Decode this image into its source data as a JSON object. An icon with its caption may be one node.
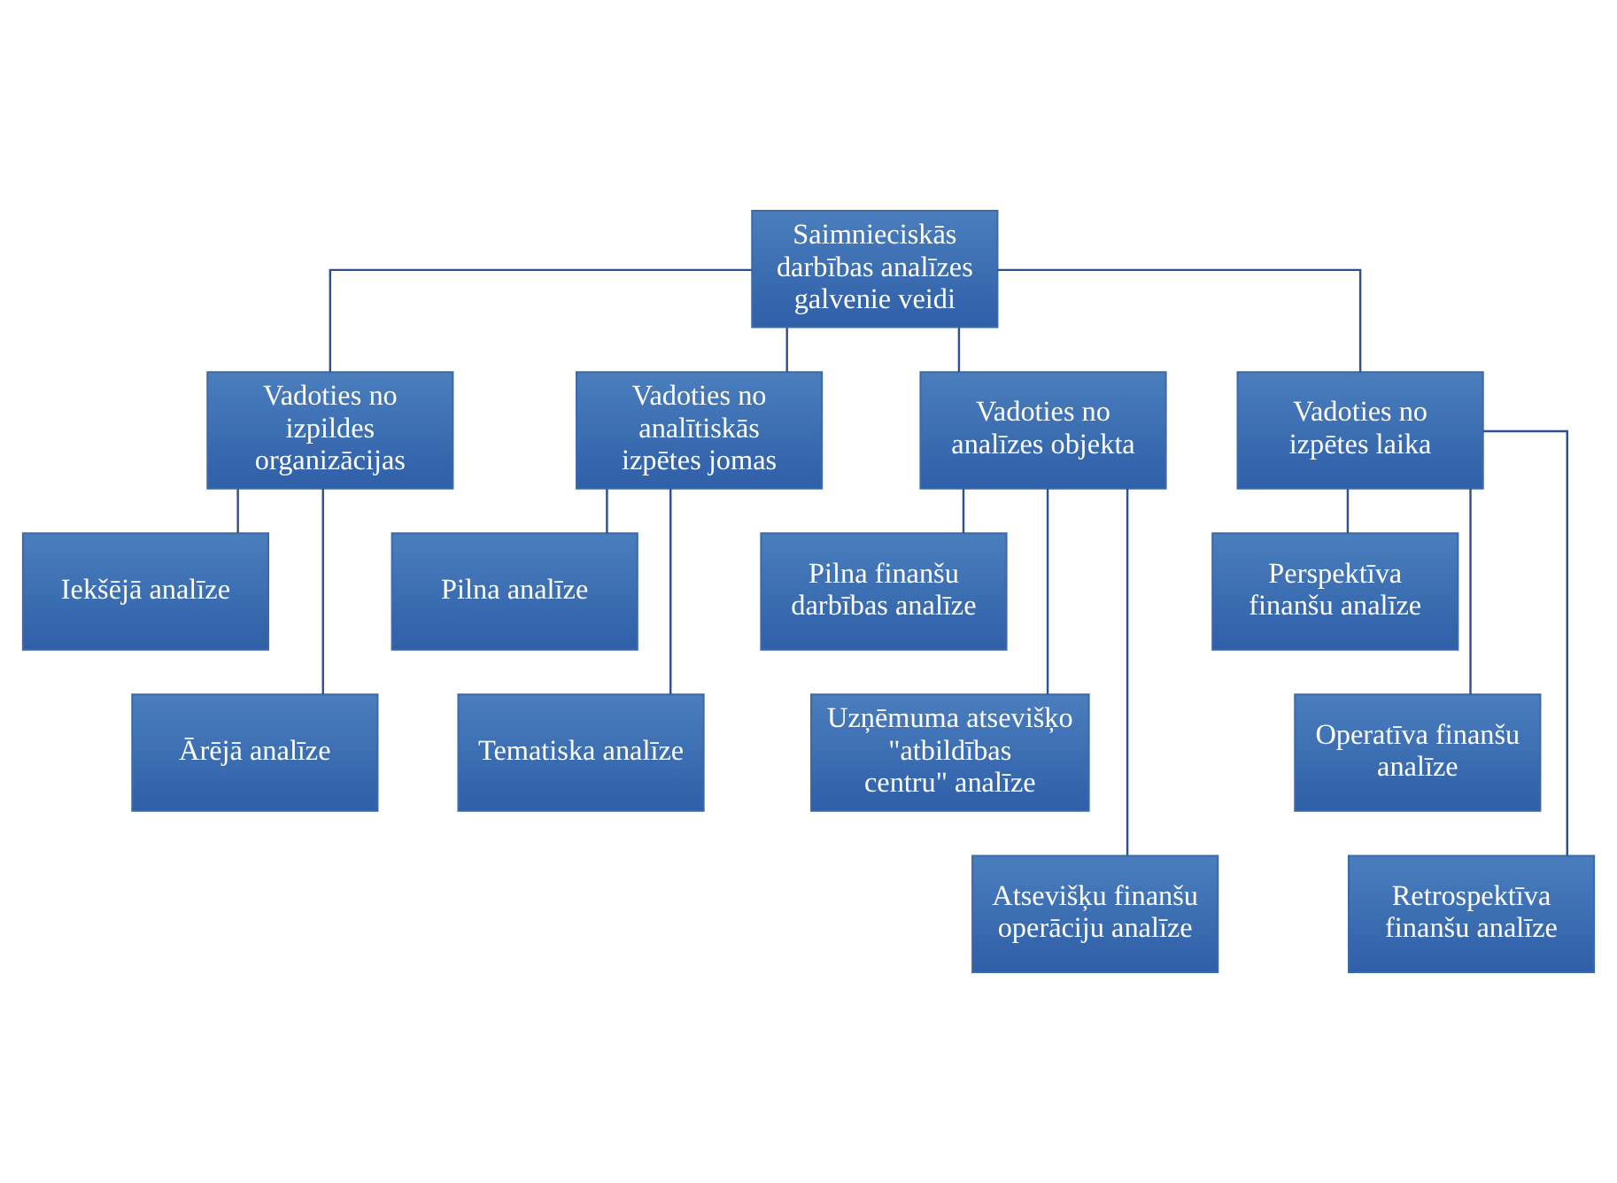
{
  "diagram": {
    "nodes": [
      {
        "text": [
          "Saimnieciskās darbības analīzes galvenie veidi"
        ]
      },
      {
        "text": [
          "Vadoties no izpildes organizācijas"
        ]
      },
      {
        "text": [
          "Vadoties no analītiskās izpētes jomas"
        ]
      },
      {
        "text": [
          "Vadoties no analīzes objekta"
        ]
      },
      {
        "text": [
          "Vadoties no izpētes laika"
        ]
      },
      {
        "text": [
          "Iekšējā analīze"
        ]
      },
      {
        "text": [
          "Ārējā analīze"
        ]
      },
      {
        "text": [
          "Pilna analīze"
        ]
      },
      {
        "text": [
          "Tematiska analīze"
        ]
      },
      {
        "text": [
          "Pilna finanšu darbības analīze"
        ]
      },
      {
        "text": [
          "Uzņēmuma atsevišķo \"atbildības centru\" analīze"
        ]
      },
      {
        "text": [
          "Atsevišķu finanšu operāciju analīze"
        ]
      },
      {
        "text": [
          "Perspektīva finanšu analīze"
        ]
      },
      {
        "text": [
          "Operatīva finanšu analīze"
        ]
      },
      {
        "text": [
          "Retrospektīva finanšu analīze"
        ]
      }
    ],
    "edges": [
      {
        "from": 0,
        "to": 1,
        "arrow": "none"
      },
      {
        "from": 0,
        "to": 2,
        "arrow": "none"
      },
      {
        "from": 0,
        "to": 3,
        "arrow": "none"
      },
      {
        "from": 0,
        "to": 4,
        "arrow": "none"
      },
      {
        "from": 1,
        "to": 5,
        "arrow": "none"
      },
      {
        "from": 1,
        "to": 6,
        "arrow": "none"
      },
      {
        "from": 2,
        "to": 7,
        "arrow": "none"
      },
      {
        "from": 2,
        "to": 8,
        "arrow": "none"
      },
      {
        "from": 3,
        "to": 9,
        "arrow": "none"
      },
      {
        "from": 3,
        "to": 10,
        "arrow": "none"
      },
      {
        "from": 3,
        "to": 11,
        "arrow": "none"
      },
      {
        "from": 4,
        "to": 12,
        "arrow": "none"
      },
      {
        "from": 4,
        "to": 13,
        "arrow": "none"
      },
      {
        "from": 4,
        "to": 14,
        "arrow": "none"
      }
    ]
  }
}
